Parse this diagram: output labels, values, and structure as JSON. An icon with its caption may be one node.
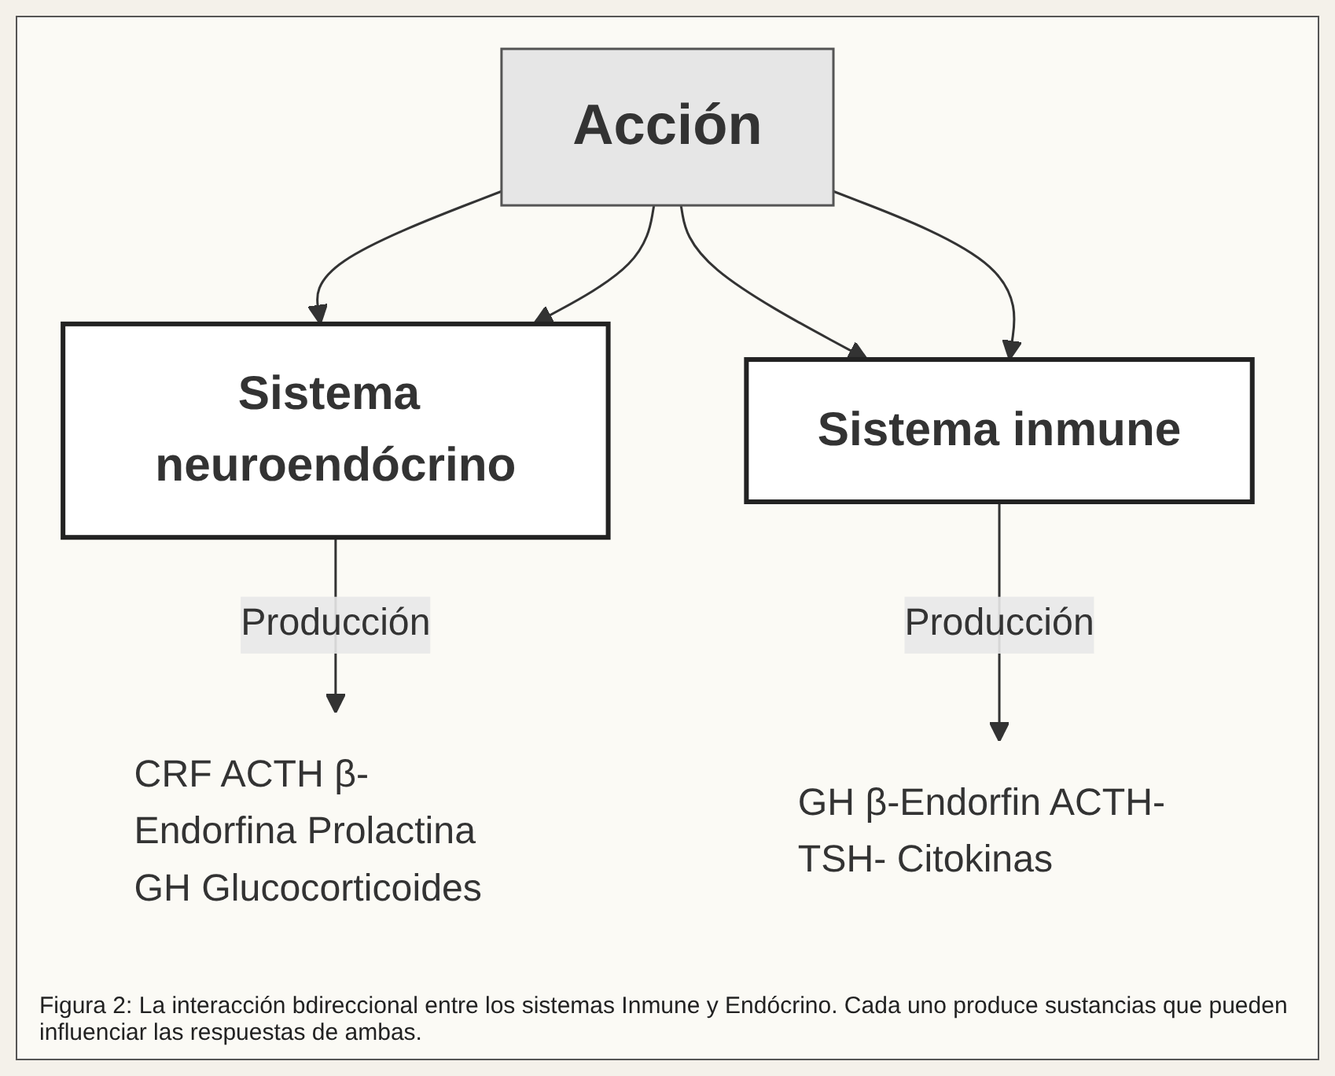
{
  "diagram": {
    "caption": "Figura 2: La interacción bdireccional entre los sistemas Inmune y Endócrino. Cada uno produce sustancias que pueden influenciar las respuestas de ambas.",
    "nodes": [
      {
        "text": [
          "Sistema neuroendócrino"
        ]
      },
      {
        "text": [
          "Sistema inmune"
        ]
      },
      {
        "text": [
          "CRF ACTH β-Endorfina Prolactina GH Glucocorticoides"
        ]
      },
      {
        "text": [
          "GH β-Endorfin ACTH- TSH- Citokinas"
        ]
      },
      {
        "text": [
          "Acción"
        ]
      }
    ],
    "edges": [
      {
        "from": 0,
        "to": 2,
        "arrow": "to",
        "label": "Producción"
      },
      {
        "from": 1,
        "to": 3,
        "arrow": "to",
        "label": "Producción"
      },
      {
        "from": 4,
        "to": 0,
        "arrow": "to"
      },
      {
        "from": 4,
        "to": 0,
        "arrow": "to"
      },
      {
        "from": 4,
        "to": 1,
        "arrow": "to"
      },
      {
        "from": 4,
        "to": 1,
        "arrow": "to"
      }
    ]
  }
}
